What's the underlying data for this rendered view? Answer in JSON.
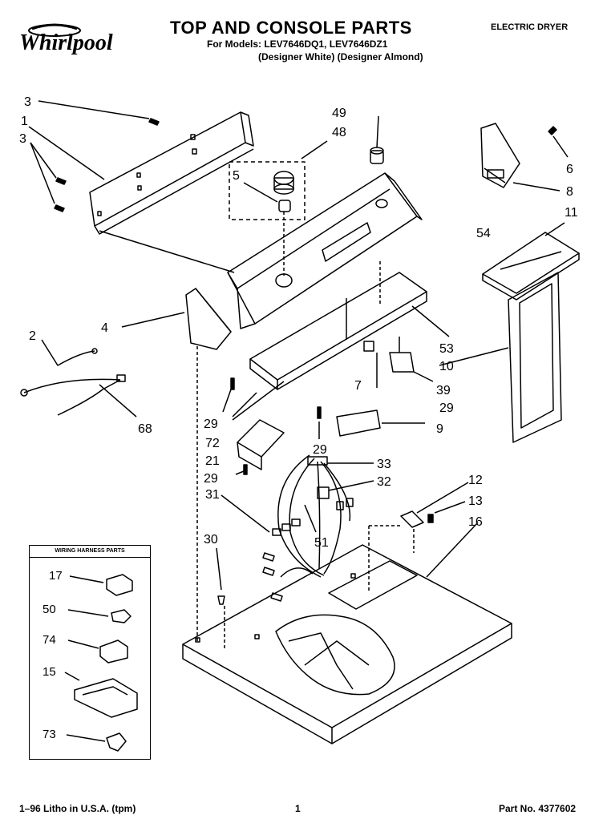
{
  "header": {
    "brand": "Whirlpool",
    "title": "TOP AND CONSOLE PARTS",
    "models_line": "For Models: LEV7646DQ1, LEV7646DZ1",
    "variants_line": "(Designer White) (Designer Almond)",
    "doc_type": "ELECTRIC DRYER"
  },
  "wiring_harness": {
    "title": "WIRING HARNESS PARTS",
    "labels": [
      "17",
      "50",
      "74",
      "15",
      "73"
    ]
  },
  "callouts": {
    "c3a": "3",
    "c1": "1",
    "c3b": "3",
    "c49": "49",
    "c48": "48",
    "c5": "5",
    "c6": "6",
    "c8": "8",
    "c11": "11",
    "c54": "54",
    "c4": "4",
    "c2": "2",
    "c53": "53",
    "c10": "10",
    "c7": "7",
    "c39": "39",
    "c29a": "29",
    "c29b": "29",
    "c68": "68",
    "c72": "72",
    "c29c": "29",
    "c9": "9",
    "c21": "21",
    "c33": "33",
    "c29d": "29",
    "c32": "32",
    "c31": "31",
    "c12": "12",
    "c13": "13",
    "c16": "16",
    "c30": "30",
    "c51": "51"
  },
  "footer": {
    "left": "1–96 Litho in U.S.A. (tpm)",
    "center": "1",
    "right": "Part No. 4377602"
  }
}
